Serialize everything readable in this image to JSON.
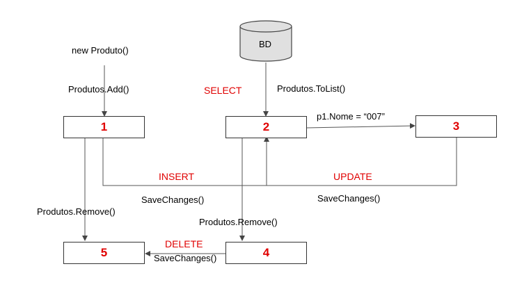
{
  "database": {
    "label": "BD"
  },
  "nodes": {
    "n1": {
      "label": "1"
    },
    "n2": {
      "label": "2"
    },
    "n3": {
      "label": "3"
    },
    "n4": {
      "label": "4"
    },
    "n5": {
      "label": "5"
    }
  },
  "edge_labels": {
    "new_produto": "new Produto()",
    "produtos_add": "Produtos.Add()",
    "produtos_tolist": "Produtos.ToList()",
    "p1_nome": "p1.Nome = “007”",
    "savechanges_insert": "SaveChanges()",
    "savechanges_update": "SaveChanges()",
    "produtos_remove_left": "Produtos.Remove()",
    "produtos_remove_mid": "Produtos.Remove()",
    "savechanges_delete": "SaveChanges()"
  },
  "operations": {
    "select": "SELECT",
    "insert": "INSERT",
    "update": "UPDATE",
    "delete": "DELETE"
  },
  "colors": {
    "operation": "#e00000",
    "node_number": "#e00000",
    "line": "#555555",
    "db_fill": "#e0e0e0"
  }
}
